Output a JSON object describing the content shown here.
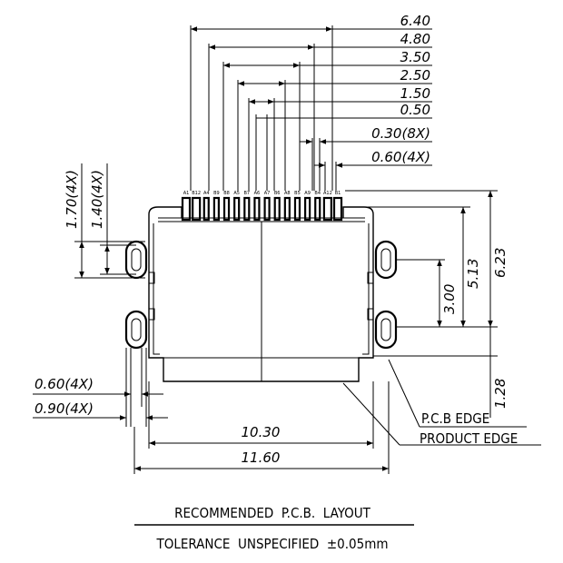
{
  "title": "RECOMMENDED  P.C.B.  LAYOUT",
  "tolerance": "TOLERANCE  UNSPECIFIED  ±0.05mm",
  "top_dims": [
    "6.40",
    "4.80",
    "3.50",
    "2.50",
    "1.50",
    "0.50",
    "0.30(8X)",
    "0.60(4X)"
  ],
  "left_dims": {
    "d170": "1.70(4X)",
    "d140": "1.40(4X)",
    "d060": "0.60(4X)",
    "d090": "0.90(4X)"
  },
  "right_dims": {
    "d623": "6.23",
    "d513": "5.13",
    "d300": "3.00",
    "d128": "1.28"
  },
  "bottom_dims": {
    "d1030": "10.30",
    "d1160": "11.60"
  },
  "edge_labels": {
    "pcb_edge": "P.C.B  EDGE",
    "product_edge": "PRODUCT  EDGE"
  },
  "pin_labels": [
    "A1",
    "B12",
    "A4",
    "B9",
    "B8",
    "A5",
    "B7",
    "A6",
    "A7",
    "B6",
    "A8",
    "B5",
    "A9",
    "B4",
    "A12",
    "B1"
  ]
}
